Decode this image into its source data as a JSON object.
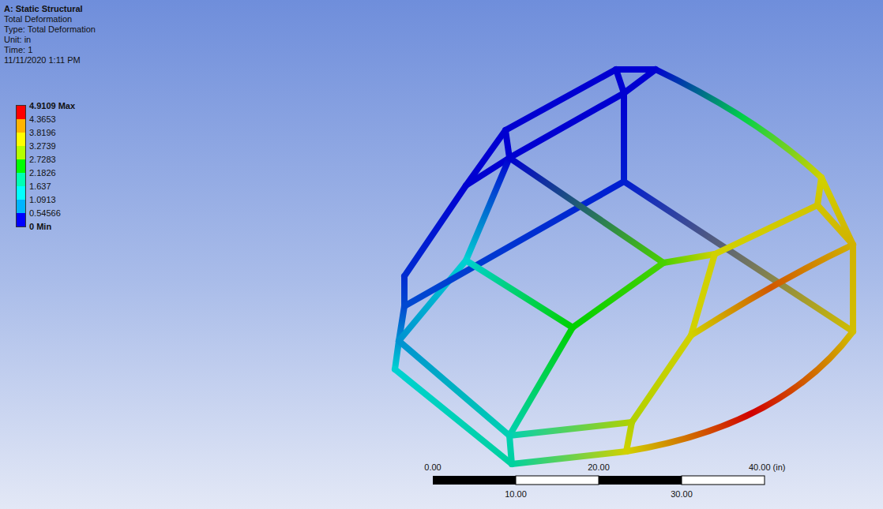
{
  "diagram": {
    "title": "A: Static Structural",
    "labels": [
      "Total Deformation",
      "Type: Total Deformation",
      "Unit: in",
      "Time: 1",
      "11/11/2020 1:11 PM",
      "0 Min",
      "0.00",
      "20.00",
      "40.00 (in)",
      "10.00",
      "30.00"
    ],
    "legend": [
      {
        "text": "4.9109 Max",
        "color": "#ff0000"
      },
      {
        "text": "4.3653",
        "color": "#ffb400"
      },
      {
        "text": "3.8196",
        "color": "#ffff00"
      },
      {
        "text": "3.2739",
        "color": "#b4ff00"
      },
      {
        "text": "2.7283",
        "color": "#00ff00"
      },
      {
        "text": "2.1826",
        "color": "#00ffb4"
      },
      {
        "text": "1.637",
        "color": "#00ffff"
      },
      {
        "text": "1.0913",
        "color": "#00b4ff"
      },
      {
        "text": "0.54566",
        "color": "#0000ff"
      }
    ]
  }
}
